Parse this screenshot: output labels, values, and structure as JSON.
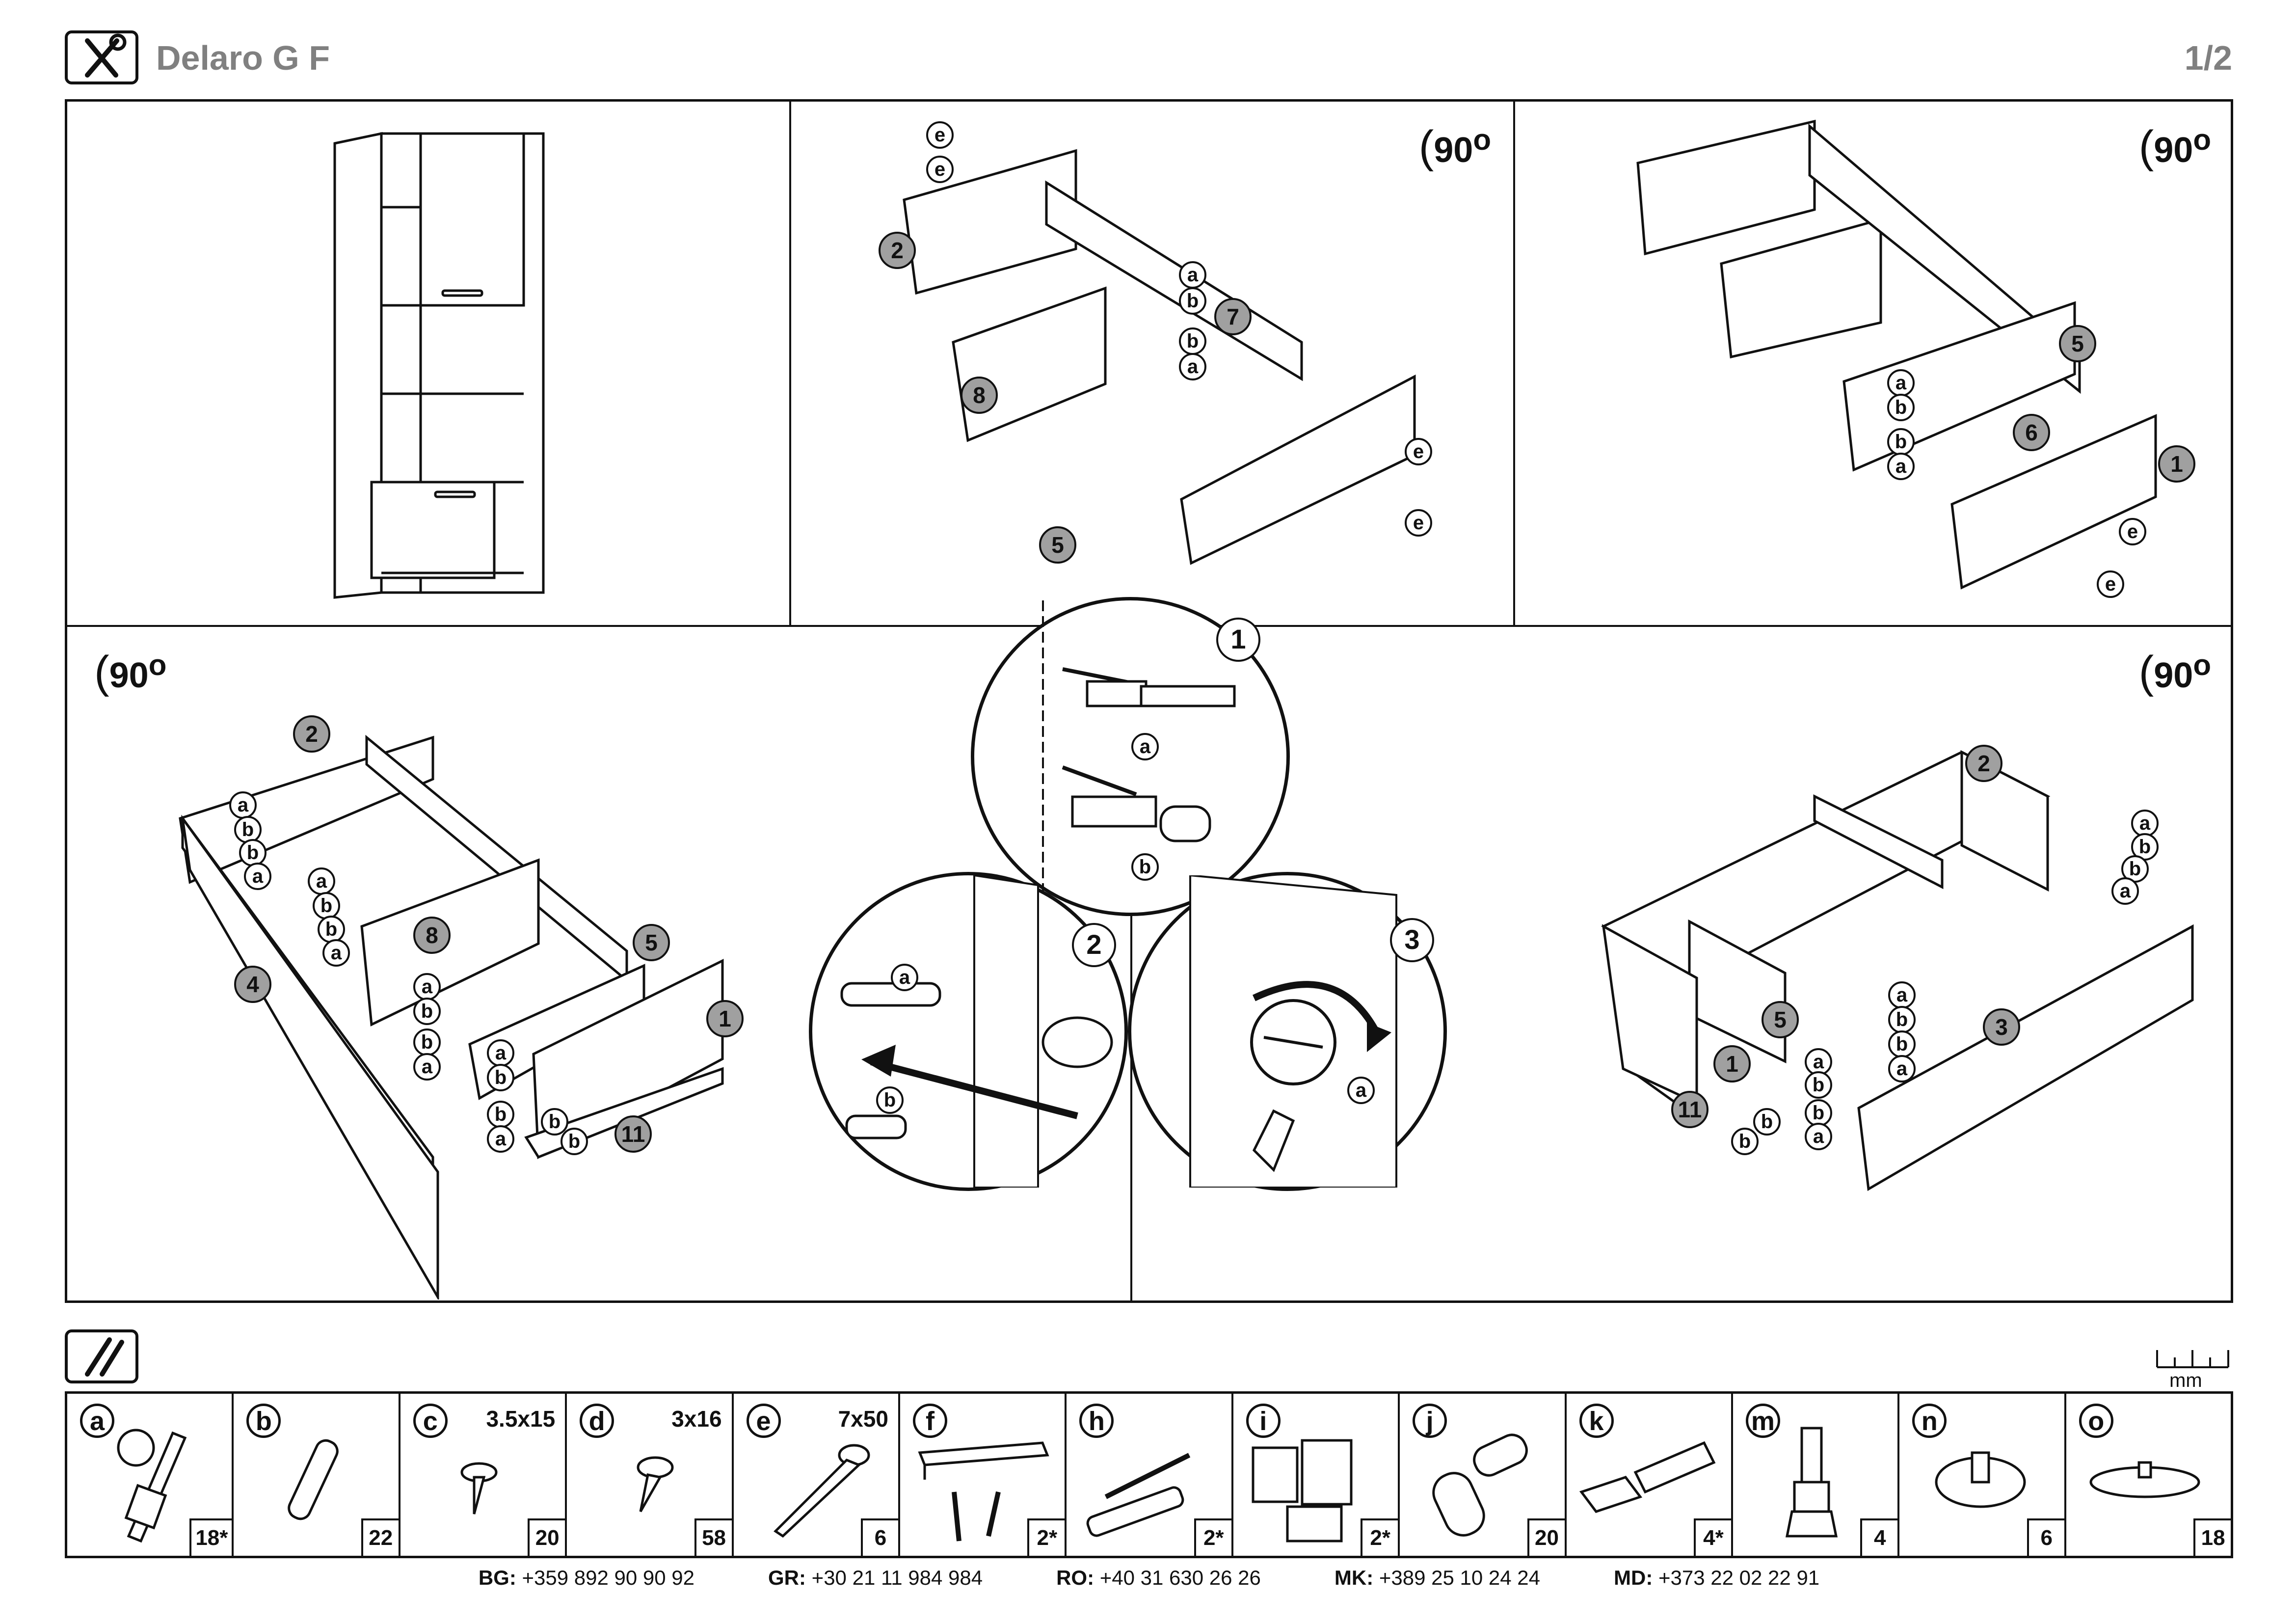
{
  "header": {
    "title": "Delaro G F",
    "page": "1/2",
    "tools_icon": "tools-icon"
  },
  "steps": {
    "rotation_label": "90",
    "rotation_unit": "o",
    "step_numbers": [
      "1",
      "2",
      "3"
    ],
    "connector_letters": {
      "a": "a",
      "b": "b",
      "e": "e"
    },
    "parts": {
      "p1": "1",
      "p2": "2",
      "p3": "3",
      "p4": "4",
      "p5": "5",
      "p6": "6",
      "p7": "7",
      "p8": "8",
      "p11": "11"
    }
  },
  "hardware": {
    "icon": "hardware-icon",
    "ruler_label": "mm",
    "items": [
      {
        "letter": "a",
        "size": "",
        "qty": "18*",
        "icon": "cam-bolt-icon"
      },
      {
        "letter": "b",
        "size": "",
        "qty": "22",
        "icon": "dowel-icon"
      },
      {
        "letter": "c",
        "size": "3.5x15",
        "qty": "20",
        "icon": "screw-icon"
      },
      {
        "letter": "d",
        "size": "3x16",
        "qty": "58",
        "icon": "screw-icon"
      },
      {
        "letter": "e",
        "size": "7x50",
        "qty": "6",
        "icon": "confirmat-screw-icon"
      },
      {
        "letter": "f",
        "size": "",
        "qty": "2*",
        "icon": "handle-icon"
      },
      {
        "letter": "h",
        "size": "",
        "qty": "2*",
        "icon": "wall-plug-icon"
      },
      {
        "letter": "i",
        "size": "",
        "qty": "2*",
        "icon": "bracket-icon"
      },
      {
        "letter": "j",
        "size": "",
        "qty": "20",
        "icon": "shelf-pin-icon"
      },
      {
        "letter": "k",
        "size": "",
        "qty": "4*",
        "icon": "hinge-icon"
      },
      {
        "letter": "m",
        "size": "",
        "qty": "4",
        "icon": "leveling-foot-icon"
      },
      {
        "letter": "n",
        "size": "",
        "qty": "6",
        "icon": "glider-icon"
      },
      {
        "letter": "o",
        "size": "",
        "qty": "18",
        "icon": "cap-icon"
      }
    ]
  },
  "contacts": [
    {
      "code": "BG:",
      "phone": "+359 892 90 90 92"
    },
    {
      "code": "GR:",
      "phone": "+30 21 11 984 984"
    },
    {
      "code": "RO:",
      "phone": "+40 31 630 26 26"
    },
    {
      "code": "MK:",
      "phone": "+389 25 10 24 24"
    },
    {
      "code": "MD:",
      "phone": "+373 22 02 22 91"
    }
  ]
}
